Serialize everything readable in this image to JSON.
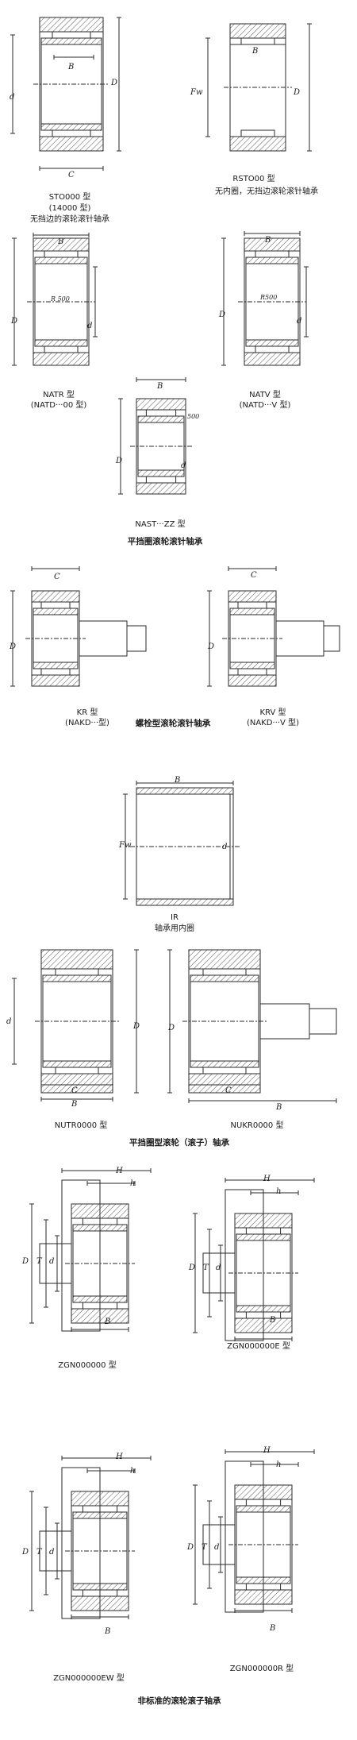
{
  "sections": [
    {
      "id": "fig1",
      "labels": [
        "STO000 型",
        "(14000 型)",
        "无挡边的滚轮滚针轴承"
      ],
      "dims": [
        "d",
        "B",
        "D",
        "C"
      ]
    },
    {
      "id": "fig2",
      "labels": [
        "RSTO00 型",
        "无内圈，无挡边滚轮滚针轴承"
      ],
      "dims": [
        "Fw",
        "B",
        "D"
      ]
    },
    {
      "id": "fig3",
      "labels": [
        "NATR 型",
        "(NATD···00 型)"
      ],
      "dims": [
        "D",
        "B",
        "d",
        "R 500"
      ]
    },
    {
      "id": "fig4",
      "labels": [
        "NATV 型",
        "(NATD···V 型)"
      ],
      "dims": [
        "D",
        "B",
        "d",
        "R500"
      ]
    },
    {
      "id": "fig5",
      "labels": [
        "NAST···ZZ 型"
      ],
      "dims": [
        "B",
        "D",
        "d",
        "500"
      ]
    },
    {
      "id": "caption1",
      "labels": [
        "平挡圈滚轮滚针轴承"
      ]
    },
    {
      "id": "fig6",
      "labels": [
        "KR 型",
        "(NAKD···型)"
      ],
      "dims": [
        "C",
        "D"
      ]
    },
    {
      "id": "fig7",
      "labels": [
        "KRV 型",
        "(NAKD···V 型)"
      ],
      "dims": [
        "C",
        "D"
      ]
    },
    {
      "id": "caption2",
      "labels": [
        "螺栓型滚轮滚针轴承"
      ]
    },
    {
      "id": "fig8",
      "labels": [
        "IR",
        "轴承用内圈"
      ],
      "dims": [
        "B",
        "Fw",
        "d"
      ]
    },
    {
      "id": "fig9",
      "labels": [
        "NUTR0000 型"
      ],
      "dims": [
        "d",
        "D",
        "C",
        "B"
      ]
    },
    {
      "id": "fig10",
      "labels": [
        "NUKR0000 型"
      ],
      "dims": [
        "D",
        "C",
        "B"
      ]
    },
    {
      "id": "caption3",
      "labels": [
        "平挡圈型滚轮（滚子）轴承"
      ]
    },
    {
      "id": "fig11",
      "labels": [
        "ZGN000000 型"
      ],
      "dims": [
        "H",
        "h",
        "D",
        "T",
        "d",
        "B"
      ]
    },
    {
      "id": "fig12",
      "labels": [
        "ZGN000000E 型"
      ],
      "dims": [
        "H",
        "h",
        "D",
        "T",
        "d",
        "B"
      ]
    },
    {
      "id": "fig13",
      "labels": [
        "ZGN000000EW 型"
      ],
      "dims": [
        "H",
        "h",
        "D",
        "T",
        "d",
        "B"
      ]
    },
    {
      "id": "fig14",
      "labels": [
        "ZGN000000R 型"
      ],
      "dims": [
        "H",
        "h",
        "D",
        "T",
        "d",
        "B"
      ]
    },
    {
      "id": "caption4",
      "labels": [
        "非标准的滚轮滚子轴承"
      ]
    }
  ],
  "colors": {
    "line": "#2a2a2a",
    "hatch": "#555555",
    "paper": "#ffffff"
  }
}
